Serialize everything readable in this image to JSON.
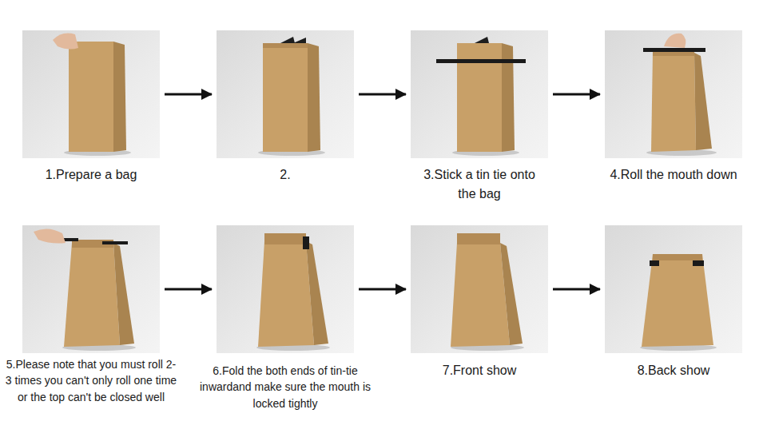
{
  "diagram": {
    "nodes": [
      {
        "text": [
          "1.Prepare a bag"
        ]
      },
      {
        "text": [
          "2."
        ]
      },
      {
        "text": [
          "3.Stick a tin tie onto the bag"
        ]
      },
      {
        "text": [
          "4.Roll the mouth down"
        ]
      },
      {
        "text": [
          "5.Please note that you must roll 2-3 times you can't only roll one time or the top can't be closed well"
        ]
      },
      {
        "text": [
          "6.Fold the both ends of tin-tie inwardand make sure the mouth is locked tightly"
        ]
      },
      {
        "text": [
          "7.Front show"
        ]
      },
      {
        "text": [
          "8.Back show"
        ]
      }
    ],
    "edges": [
      {
        "from": 0,
        "to": 1,
        "arrow": "to"
      },
      {
        "from": 1,
        "to": 2,
        "arrow": "to"
      },
      {
        "from": 2,
        "to": 3,
        "arrow": "to"
      },
      {
        "from": 4,
        "to": 5,
        "arrow": "to"
      },
      {
        "from": 5,
        "to": 6,
        "arrow": "to"
      },
      {
        "from": 6,
        "to": 7,
        "arrow": "to"
      }
    ]
  }
}
